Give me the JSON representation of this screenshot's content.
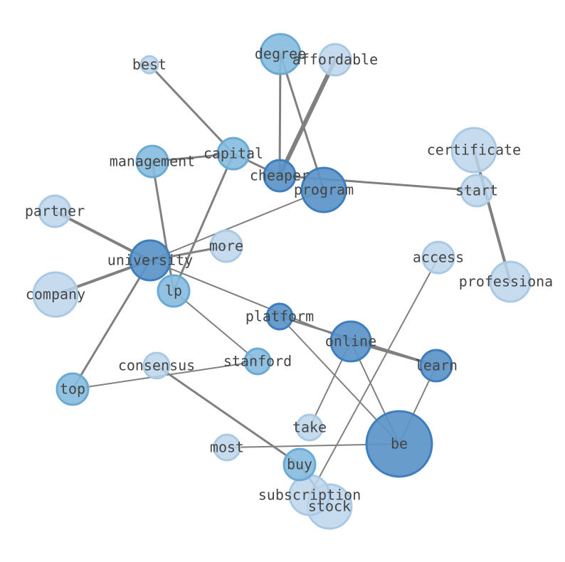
{
  "colors": {
    "edge": "#808080",
    "label": "#444444",
    "node_light": "#bcd6eb",
    "node_mid": "#86bbdf",
    "node_dark": "#5a94c8",
    "node_stroke_light": "#a9c9e4",
    "node_stroke_mid": "#6aaad4",
    "node_stroke_dark": "#3f7ebd"
  },
  "nodes": [
    {
      "id": "best",
      "label": "best",
      "tone": "light",
      "size": "xs"
    },
    {
      "id": "degree",
      "label": "degree",
      "tone": "mid",
      "size": "l"
    },
    {
      "id": "affordable",
      "label": "affordable",
      "tone": "light",
      "size": "m"
    },
    {
      "id": "management",
      "label": "management",
      "tone": "mid",
      "size": "m"
    },
    {
      "id": "capital",
      "label": "capital",
      "tone": "mid",
      "size": "m"
    },
    {
      "id": "cheaper",
      "label": "cheaper",
      "tone": "dark",
      "size": "m"
    },
    {
      "id": "program",
      "label": "program",
      "tone": "dark",
      "size": "xl"
    },
    {
      "id": "certificate",
      "label": "certificate",
      "tone": "light",
      "size": "xl"
    },
    {
      "id": "start",
      "label": "start",
      "tone": "light",
      "size": "m"
    },
    {
      "id": "partner",
      "label": "partner",
      "tone": "light",
      "size": "m"
    },
    {
      "id": "more",
      "label": "more",
      "tone": "light",
      "size": "m"
    },
    {
      "id": "university",
      "label": "university",
      "tone": "dark",
      "size": "l"
    },
    {
      "id": "access",
      "label": "access",
      "tone": "light",
      "size": "m"
    },
    {
      "id": "company",
      "label": "company",
      "tone": "light",
      "size": "xl"
    },
    {
      "id": "lp",
      "label": "lp",
      "tone": "mid",
      "size": "m"
    },
    {
      "id": "professional",
      "label": "professiona",
      "tone": "light",
      "size": "l"
    },
    {
      "id": "platform",
      "label": "platform",
      "tone": "dark",
      "size": "s"
    },
    {
      "id": "online",
      "label": "online",
      "tone": "dark",
      "size": "l"
    },
    {
      "id": "learn",
      "label": "learn",
      "tone": "dark",
      "size": "m"
    },
    {
      "id": "consensus",
      "label": "consensus",
      "tone": "light",
      "size": "s"
    },
    {
      "id": "stanford",
      "label": "stanford",
      "tone": "mid",
      "size": "s"
    },
    {
      "id": "top",
      "label": "top",
      "tone": "mid",
      "size": "m"
    },
    {
      "id": "take",
      "label": "take",
      "tone": "light",
      "size": "s"
    },
    {
      "id": "most",
      "label": "most",
      "tone": "light",
      "size": "s"
    },
    {
      "id": "be",
      "label": "be",
      "tone": "dark",
      "size": "xxl"
    },
    {
      "id": "buy",
      "label": "buy",
      "tone": "mid",
      "size": "m"
    },
    {
      "id": "subscription",
      "label": "subscription",
      "tone": "light",
      "size": "l"
    },
    {
      "id": "stock",
      "label": "stock",
      "tone": "light",
      "size": "xl"
    }
  ],
  "edges": [
    {
      "source": "best",
      "target": "capital",
      "weight": 3
    },
    {
      "source": "capital",
      "target": "cheaper",
      "weight": 3
    },
    {
      "source": "management",
      "target": "capital",
      "weight": 3
    },
    {
      "source": "management",
      "target": "lp",
      "weight": 3
    },
    {
      "source": "capital",
      "target": "lp",
      "weight": 3
    },
    {
      "source": "degree",
      "target": "cheaper",
      "weight": 3
    },
    {
      "source": "degree",
      "target": "program",
      "weight": 3
    },
    {
      "source": "affordable",
      "target": "cheaper",
      "weight": 6
    },
    {
      "source": "cheaper",
      "target": "start",
      "weight": 3
    },
    {
      "source": "certificate",
      "target": "professional",
      "weight": 4
    },
    {
      "source": "partner",
      "target": "university",
      "weight": 4
    },
    {
      "source": "university",
      "target": "program",
      "weight": 2
    },
    {
      "source": "university",
      "target": "more",
      "weight": 3
    },
    {
      "source": "company",
      "target": "university",
      "weight": 4
    },
    {
      "source": "university",
      "target": "top",
      "weight": 3
    },
    {
      "source": "university",
      "target": "online",
      "weight": 2
    },
    {
      "source": "lp",
      "target": "stanford",
      "weight": 2
    },
    {
      "source": "platform",
      "target": "learn",
      "weight": 3
    },
    {
      "source": "platform",
      "target": "be",
      "weight": 2
    },
    {
      "source": "online",
      "target": "learn",
      "weight": 3
    },
    {
      "source": "online",
      "target": "take",
      "weight": 2
    },
    {
      "source": "online",
      "target": "be",
      "weight": 2
    },
    {
      "source": "learn",
      "target": "be",
      "weight": 2
    },
    {
      "source": "access",
      "target": "subscription",
      "weight": 2
    },
    {
      "source": "top",
      "target": "stanford",
      "weight": 2
    },
    {
      "source": "consensus",
      "target": "buy",
      "weight": 3
    },
    {
      "source": "most",
      "target": "be",
      "weight": 2
    },
    {
      "source": "buy",
      "target": "stock",
      "weight": 3
    }
  ]
}
